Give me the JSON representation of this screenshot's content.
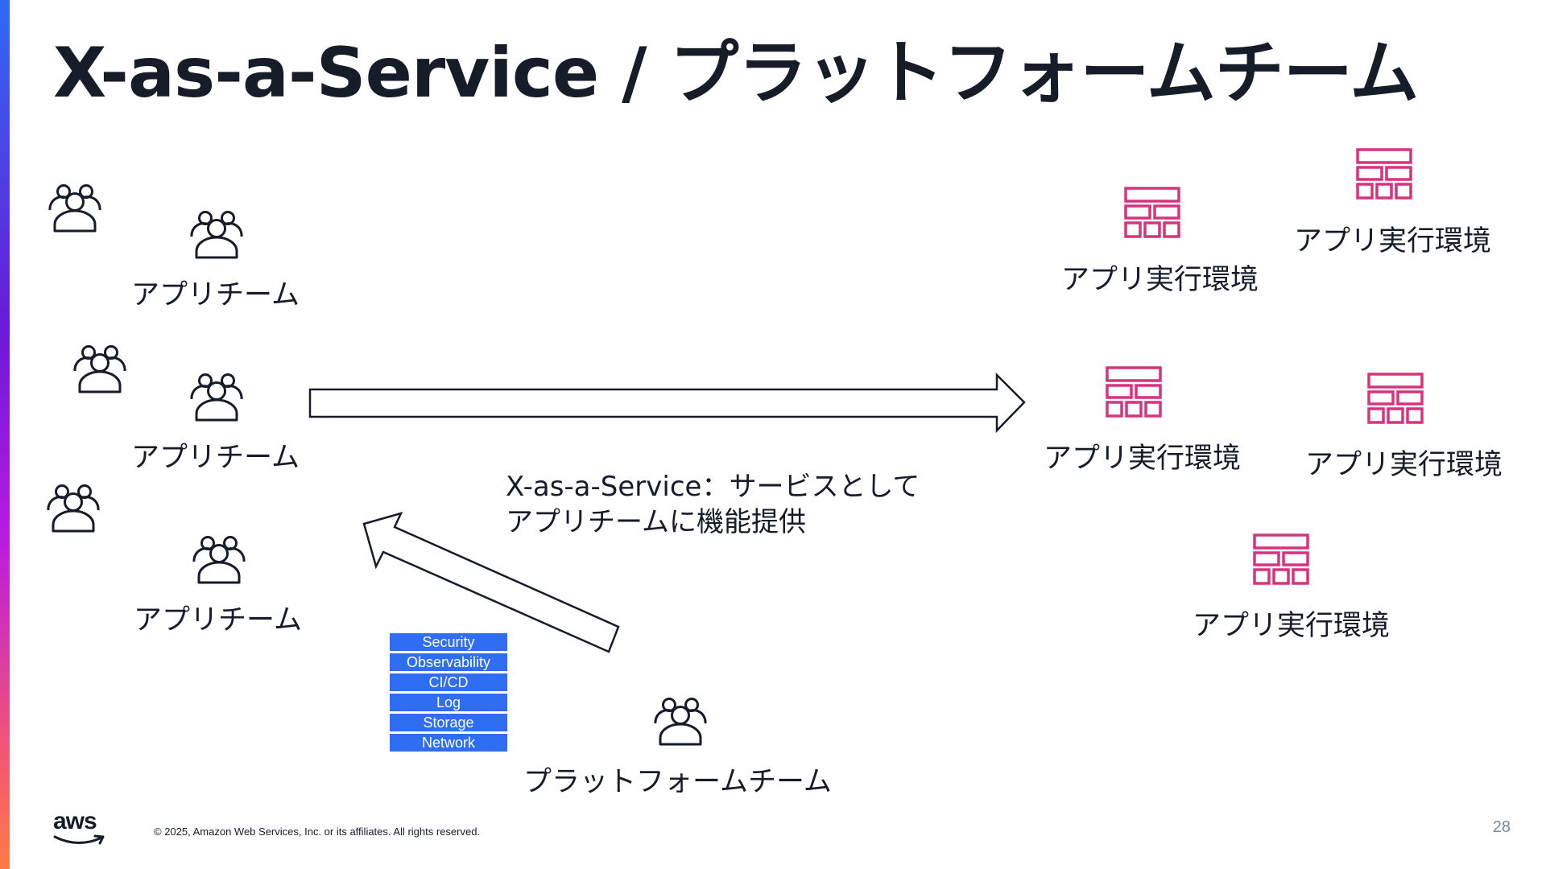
{
  "title": "X-as-a-Service / プラットフォームチーム",
  "app_team_label": "アプリチーム",
  "runtime_label": "アプリ実行環境",
  "platform_team_label": "プラットフォームチーム",
  "xaas_description": {
    "line1": "X-as-a-Service：サービスとして",
    "line2": "アプリチームに機能提供"
  },
  "capabilities": [
    "Security",
    "Observability",
    "CI/CD",
    "Log",
    "Storage",
    "Network"
  ],
  "footer": {
    "copyright": "© 2025, Amazon Web Services, Inc. or its affiliates. All rights reserved.",
    "page_number": "28",
    "logo_text": "aws"
  },
  "colors": {
    "text": "#161d29",
    "runtime_icon": "#d6347e",
    "capability_block": "#2f6ef2"
  },
  "icons": {
    "team": "group-of-people-icon",
    "runtime": "application-runtime-icon"
  }
}
